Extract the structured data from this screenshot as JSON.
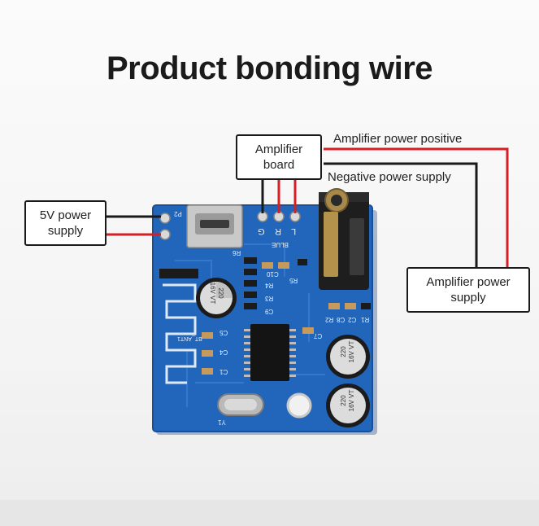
{
  "title": "Product bonding wire",
  "labels": {
    "amplifier_board": "Amplifier board",
    "five_volt_supply": "5V power supply",
    "amplifier_power_supply": "Amplifier power supply",
    "amplifier_power_positive": "Amplifier power positive",
    "negative_power_supply": "Negative power supply"
  },
  "board_silkscreen": {
    "pads_lr": [
      "G",
      "R",
      "L"
    ],
    "p2": "P2",
    "r6": "R6",
    "blue": "BLUE",
    "r5": "R5",
    "c10": "C10",
    "r4": "R4",
    "r3": "R3",
    "c9": "C9",
    "c5": "C5",
    "c4": "C4",
    "c1": "C1",
    "c7": "C7",
    "r2": "R2",
    "c8": "C8",
    "c2": "C2",
    "r1": "R1",
    "y1": "Y1",
    "ant": "BT_ANT1",
    "cap_text_1": "220 16V VT",
    "cap_text_2": "220 16V VT",
    "cap_text_3": "220 16V VT"
  },
  "colors": {
    "wire_red": "#d41f26",
    "wire_black": "#1a1a1a",
    "pcb_blue": "#1f5fb4"
  }
}
